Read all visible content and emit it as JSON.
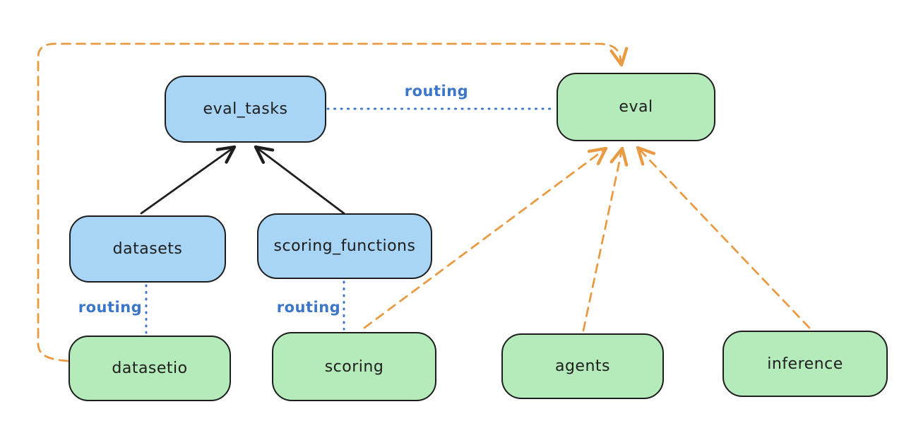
{
  "nodes": {
    "eval_tasks": {
      "label": "eval_tasks",
      "kind": "api"
    },
    "eval": {
      "label": "eval",
      "kind": "provider"
    },
    "datasets": {
      "label": "datasets",
      "kind": "api"
    },
    "scoring_functions": {
      "label": "scoring_functions",
      "kind": "api"
    },
    "datasetio": {
      "label": "datasetio",
      "kind": "provider"
    },
    "scoring": {
      "label": "scoring",
      "kind": "provider"
    },
    "agents": {
      "label": "agents",
      "kind": "provider"
    },
    "inference": {
      "label": "inference",
      "kind": "provider"
    }
  },
  "edge_labels": {
    "eval_tasks_to_eval": "routing",
    "datasets_to_datasetio": "routing",
    "scoring_functions_to_scoring": "routing"
  },
  "colors": {
    "background": "#ffffff",
    "api_node_fill": "#a8d4f6",
    "provider_node_fill": "#b5eaba",
    "node_stroke": "#1e1e1e",
    "routing_line": "#3b76c8",
    "provider_arrow": "#e99b43",
    "dependency_arrow": "#1e1e1e"
  }
}
